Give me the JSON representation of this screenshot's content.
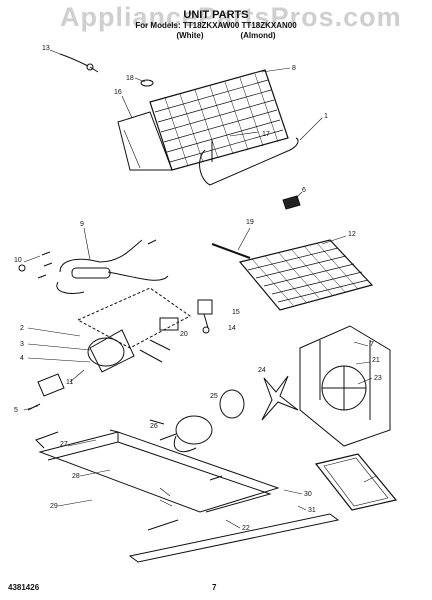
{
  "watermark": "AppliancePartsPros.com",
  "header": {
    "title": "UNIT PARTS",
    "model_line": "For Models: TT18ZKXAW00 TT18ZKXAN00",
    "variant_left": "(White)",
    "variant_right": "(Almond)"
  },
  "footer": {
    "doc_number": "4381426",
    "page_number": "7"
  },
  "callouts": {
    "c13": "13",
    "c8": "8",
    "c18": "18",
    "c16": "16",
    "c17": "17",
    "c1": "1",
    "c6": "6",
    "c19": "19",
    "c12": "12",
    "c9": "9",
    "c10": "10",
    "c2": "2",
    "c3": "3",
    "c4": "4",
    "c11": "11",
    "c20": "20",
    "c5": "5",
    "c14": "14",
    "c15": "15",
    "c7": "7",
    "c22": "22",
    "c21": "21",
    "c23": "23",
    "c24": "24",
    "c25": "25",
    "c26": "26",
    "c27": "27",
    "c28": "28",
    "c29": "29",
    "c30": "30",
    "c31": "31"
  }
}
